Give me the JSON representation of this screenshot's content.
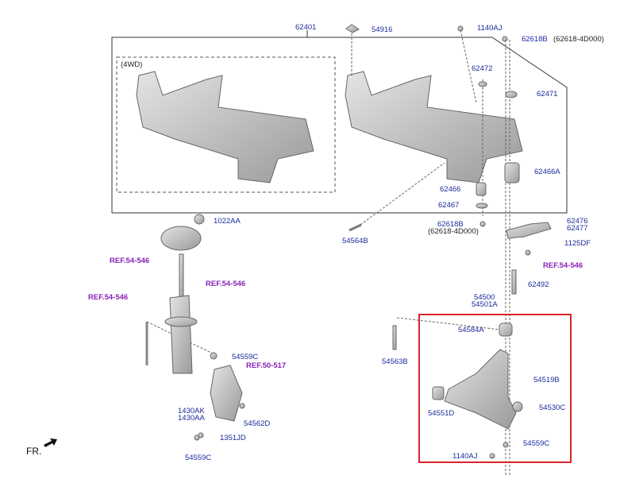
{
  "frame_label": "62401",
  "variant_label": "(4WD)",
  "direction_label": "FR.",
  "highlight_color": "#d9232a",
  "label_color": "#1c2a9c",
  "ref_color": "#8a22b8",
  "labels": {
    "p54916": "54916",
    "p1140aj_top": "1140AJ",
    "p62618b_top": "62618B",
    "p62618b_top_alt": "(62618-4D000)",
    "p62472": "62472",
    "p62471": "62471",
    "p62466a": "62466A",
    "p62466": "62466",
    "p62467": "62467",
    "p62618b_mid": "62618B",
    "p62618b_mid_alt": "(62618-4D000)",
    "p54564b": "54564B",
    "p62476": "62476",
    "p62477": "62477",
    "p1125df": "1125DF",
    "ref_right": "REF.54-546",
    "p62492": "62492",
    "p54500": "54500",
    "p54501a": "54501A",
    "p54584a": "54584A",
    "p54563b": "54563B",
    "p54519b": "54519B",
    "p54530c": "54530C",
    "p54551d": "54551D",
    "p54559c_arm": "54559C",
    "p1140aj_arm": "1140AJ",
    "p1022aa": "1022AA",
    "ref_mount": "REF.54-546",
    "ref_strut": "REF.54-546",
    "ref_link": "REF.54-546",
    "p54559c_strut": "54559C",
    "ref_knuckle": "REF.50-517",
    "p1430ak": "1430AK",
    "p1430aa": "1430AA",
    "p54562d": "54562D",
    "p1351jd": "1351JD",
    "p54559c_bottom": "54559C"
  }
}
